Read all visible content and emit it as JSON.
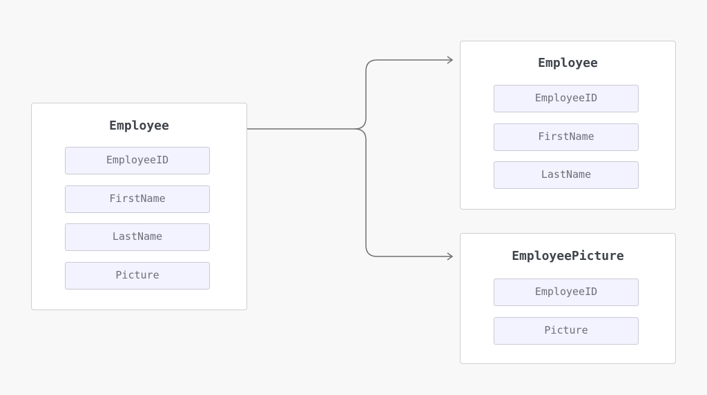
{
  "source_table": {
    "title": "Employee",
    "fields": [
      "EmployeeID",
      "FirstName",
      "LastName",
      "Picture"
    ]
  },
  "target_tables": [
    {
      "title": "Employee",
      "fields": [
        "EmployeeID",
        "FirstName",
        "LastName"
      ]
    },
    {
      "title": "EmployeePicture",
      "fields": [
        "EmployeeID",
        "Picture"
      ]
    }
  ],
  "colors": {
    "background": "#f8f8f8",
    "card_fill": "#ffffff",
    "card_border": "#cfcfd4",
    "field_fill": "#f3f2ff",
    "field_border": "#c9c9d4",
    "title_text": "#3f434a",
    "field_text": "#6b6f78",
    "connector": "#707070"
  }
}
